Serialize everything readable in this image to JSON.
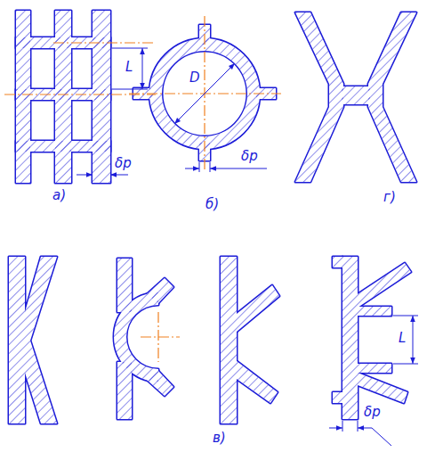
{
  "diagram": {
    "labels": [
      "L",
      "δр",
      "а)",
      "D",
      "δр",
      "б)",
      "г)",
      "L",
      "δр",
      "в)"
    ]
  }
}
